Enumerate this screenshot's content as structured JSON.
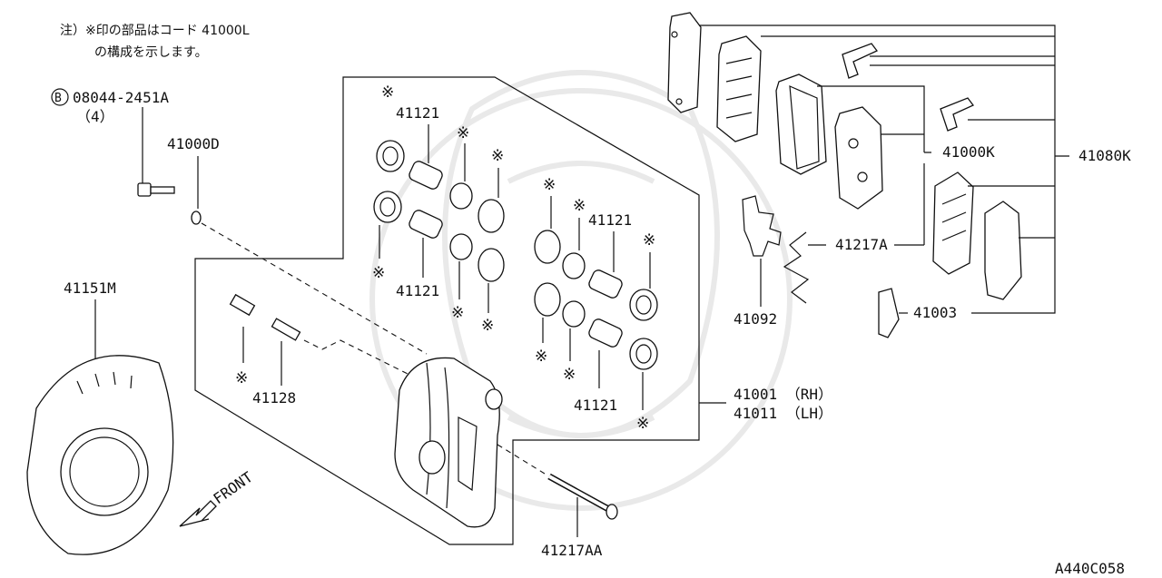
{
  "note": {
    "line1": "注）※印の部品はコード 41000L",
    "line2": "の構成を示します。"
  },
  "diagram_id": "A440C058",
  "front_label": "FRONT",
  "bolt_prefix": "B",
  "parts": {
    "bolt": "08044-2451A",
    "bolt_qty": "（4）",
    "washer": "41000D",
    "dust_shield": "41151M",
    "bleeder": "41128",
    "pin": "41217AA",
    "piston_upper": "41121",
    "piston_left_lower": "41121",
    "piston_right_upper": "41121",
    "piston_right_lower": "41121",
    "caliper_rh": "41001 （RH）",
    "caliper_lh": "41011 （LH）",
    "pad_kit": "41000K",
    "pad_set": "41080K",
    "spring": "41217A",
    "clip": "41092",
    "shim": "41003"
  },
  "kit_mark": "※"
}
